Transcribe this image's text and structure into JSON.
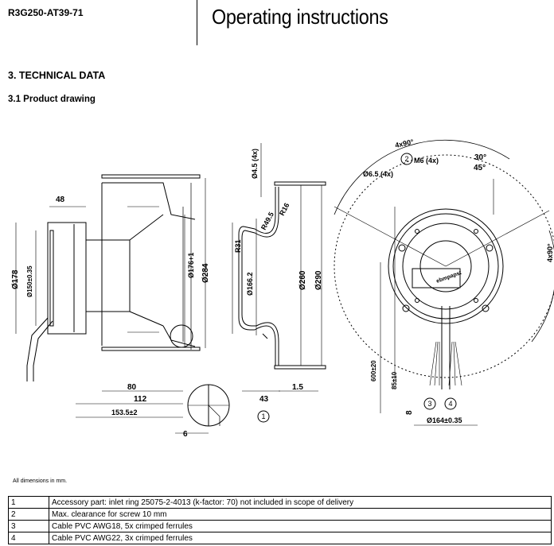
{
  "header": {
    "model": "R3G250-AT39-71",
    "title": "Operating instructions"
  },
  "section_title": "3. TECHNICAL DATA",
  "subsection_title": "3.1 Product drawing",
  "drawing": {
    "dimensions": {
      "d48": "48",
      "d178": "Ø178",
      "d150": "Ø150±0.35",
      "d176": "Ø176+1",
      "d284": "Ø284",
      "d80": "80",
      "d112": "112",
      "d153": "153.5±2",
      "d6": "6",
      "d4_5": "Ø4.5 (4x)",
      "r16": "R16",
      "r49": "R49.5",
      "r31": "R31",
      "d166": "Ø166.2",
      "d260": "Ø260",
      "d290": "Ø290",
      "d43": "43",
      "d1_5": "1.5",
      "a4x90_top": "4x90°",
      "m6": "M6 (4x)",
      "d6_5": "Ø6.5 (4x)",
      "a30": "30°",
      "a45": "45°",
      "a4x90_right": "4x90°",
      "d600": "600±20",
      "d85": "85±10",
      "d8": "8",
      "d164": "Ø164±0.35",
      "brand": "ebmpapst"
    },
    "callouts": [
      "1",
      "2",
      "3",
      "4"
    ]
  },
  "note": "All dimensions in mm.",
  "legend": [
    {
      "num": "1",
      "text": "Accessory part: inlet ring 25075-2-4013 (k-factor: 70) not included in scope of delivery"
    },
    {
      "num": "2",
      "text": "Max. clearance for screw 10 mm"
    },
    {
      "num": "3",
      "text": "Cable PVC AWG18, 5x crimped ferrules"
    },
    {
      "num": "4",
      "text": "Cable PVC AWG22, 3x crimped ferrules"
    }
  ]
}
